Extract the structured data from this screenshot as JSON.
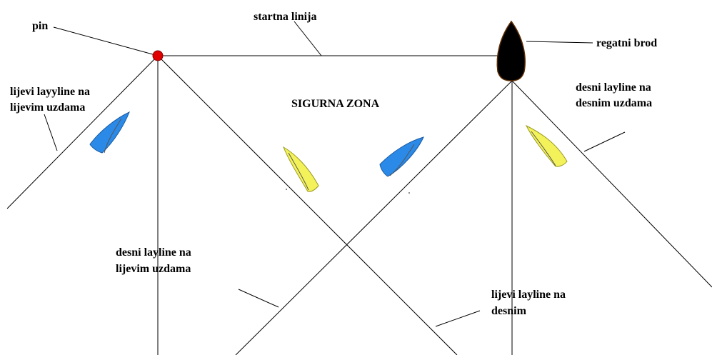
{
  "labels": {
    "pin": "pin",
    "start_line": "startna linija",
    "committee_boat": "regatni brod",
    "safe_zone": "SIGURNA ZONA",
    "port_layline_port_tack_line1": "lijevi layyline na",
    "port_layline_port_tack_line2": "lijevim uzdama",
    "starboard_layline_starboard_tack_line1": "desni layline na",
    "starboard_layline_starboard_tack_line2": "desnim uzdama",
    "starboard_layline_port_tack_line1": "desni layline na",
    "starboard_layline_port_tack_line2": "lijevim uzdama",
    "port_layline_starboard_tack_line1": "lijevi layline na",
    "port_layline_starboard_tack_line2": "desnim"
  },
  "colors": {
    "pin_mark": "#e00000",
    "committee_boat": "#000000",
    "blue_boat": "#2b8ae8",
    "yellow_boat": "#f4f25a",
    "lines": "#000000"
  },
  "boats": [
    {
      "name": "blue-boat-left",
      "color": "blue"
    },
    {
      "name": "yellow-boat-center-left",
      "color": "yellow"
    },
    {
      "name": "blue-boat-center-right",
      "color": "blue"
    },
    {
      "name": "yellow-boat-right",
      "color": "yellow"
    }
  ]
}
